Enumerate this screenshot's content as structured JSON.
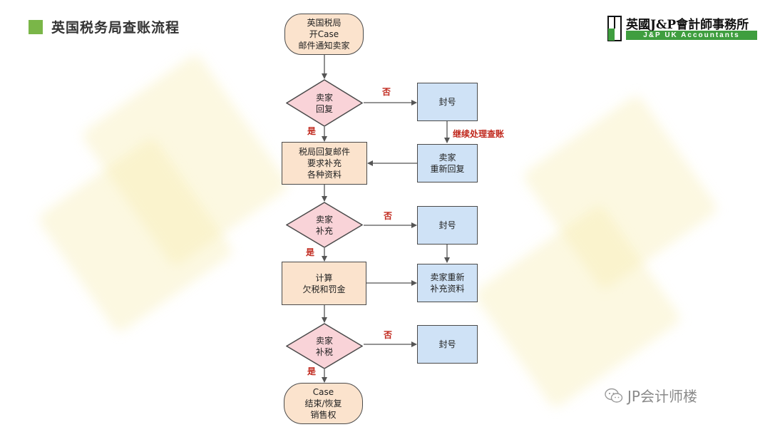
{
  "header": {
    "title": "英国税务局查账流程"
  },
  "logo": {
    "top_text": "英國J&P會計師事務所",
    "bottom_text": "J&P UK Accountants"
  },
  "watermark": {
    "text": "JP会计师楼"
  },
  "nodes": {
    "start": "英国税局\n开Case\n邮件通知卖家",
    "seller_reply": "卖家\n回复",
    "suspend_1": "封号",
    "seller_rereply": "卖家\n重新回复",
    "hmrc_reply": "税局回复邮件\n要求补充\n各种资料",
    "seller_supplement": "卖家\n补充",
    "suspend_2": "封号",
    "seller_resupplement": "卖家重新\n补充资料",
    "calculate": "计算\n欠税和罚金",
    "seller_pay": "卖家\n补税",
    "suspend_3": "封号",
    "end": "Case\n结束/恢复\n销售权"
  },
  "edge_labels": {
    "no_1": "否",
    "yes_1": "是",
    "continue": "继续处理查账",
    "no_2": "否",
    "yes_2": "是",
    "no_3": "否",
    "yes_3": "是"
  }
}
